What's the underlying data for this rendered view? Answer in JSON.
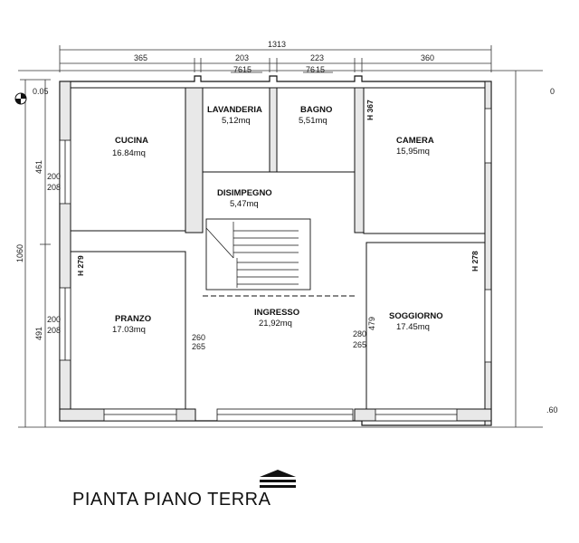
{
  "title": "PIANTA PIANO TERRA",
  "rooms": [
    {
      "id": "cucina",
      "name": "CUCINA",
      "area": "16.84mq"
    },
    {
      "id": "lavanderia",
      "name": "LAVANDERIA",
      "area": "5,12mq"
    },
    {
      "id": "bagno",
      "name": "BAGNO",
      "area": "5,51mq"
    },
    {
      "id": "camera",
      "name": "CAMERA",
      "area": "15,95mq"
    },
    {
      "id": "disimpegno",
      "name": "DISIMPEGNO",
      "area": "5,47mq"
    },
    {
      "id": "pranzo",
      "name": "PRANZO",
      "area": "17.03mq"
    },
    {
      "id": "ingresso",
      "name": "INGRESSO",
      "area": "21,92mq"
    },
    {
      "id": "soggiorno",
      "name": "SOGGIORNO",
      "area": "17.45mq"
    }
  ],
  "dimensions": {
    "overall_width": "1313",
    "top": [
      "365",
      "203",
      "223",
      "360"
    ],
    "small": [
      "76",
      "15",
      "76",
      "15"
    ],
    "left_total": "1060",
    "left_upper": "461",
    "left_lower": "491",
    "cucina_window": [
      "200",
      "208"
    ],
    "pranzo_window": [
      "200",
      "208"
    ],
    "door_left": [
      "260",
      "265"
    ],
    "door_right": [
      "280",
      "265"
    ],
    "soggiorno_height": "479",
    "level_top_left": "0.05",
    "level_top_right": "0",
    "level_bottom_right": ".60"
  },
  "heights": {
    "pranzo": "H 279",
    "camera": "H 367",
    "soggiorno": "H 278"
  }
}
